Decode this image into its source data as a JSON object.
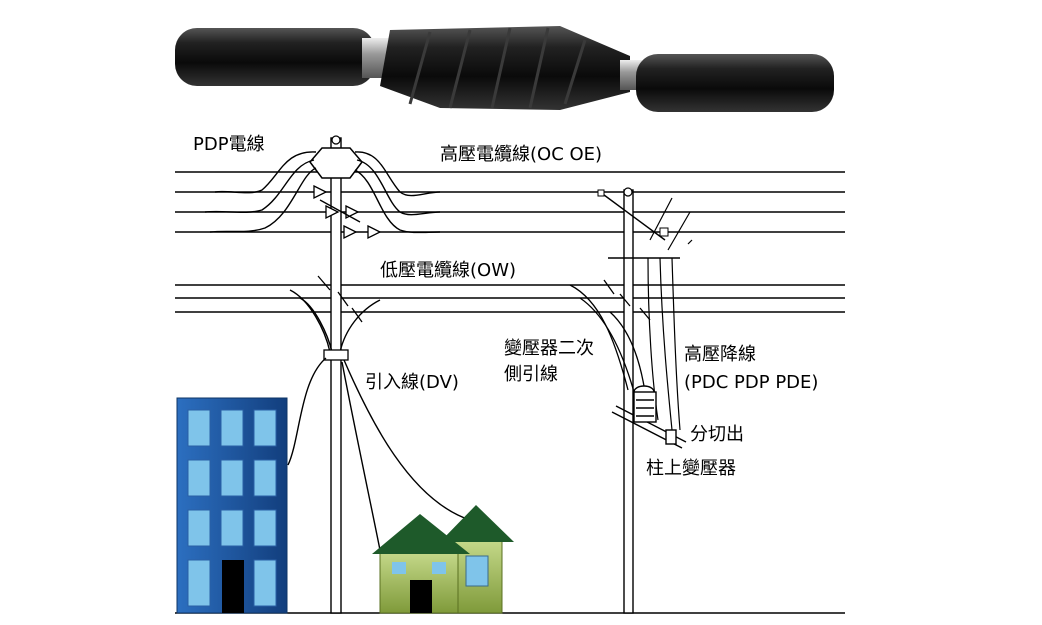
{
  "labels": {
    "pdp_wire": "PDP電線",
    "high_voltage_cable": "高壓電纜線(OC OE)",
    "low_voltage_cable": "低壓電纜線(OW)",
    "service_drop": "引入線(DV)",
    "transformer_secondary_1": "變壓器二次",
    "transformer_secondary_2": "側引線",
    "hv_drop_1": "高壓降線",
    "hv_drop_2": "(PDC PDP PDE)",
    "cutout": "分切出",
    "pole_transformer": "柱上變壓器"
  },
  "colors": {
    "cable": "#111111",
    "building_blue": "#1a4f9c",
    "window_blue": "#7fc4ea",
    "roof_green": "#1e5a2a",
    "house_wall": "#a8c261",
    "line": "#000000"
  }
}
